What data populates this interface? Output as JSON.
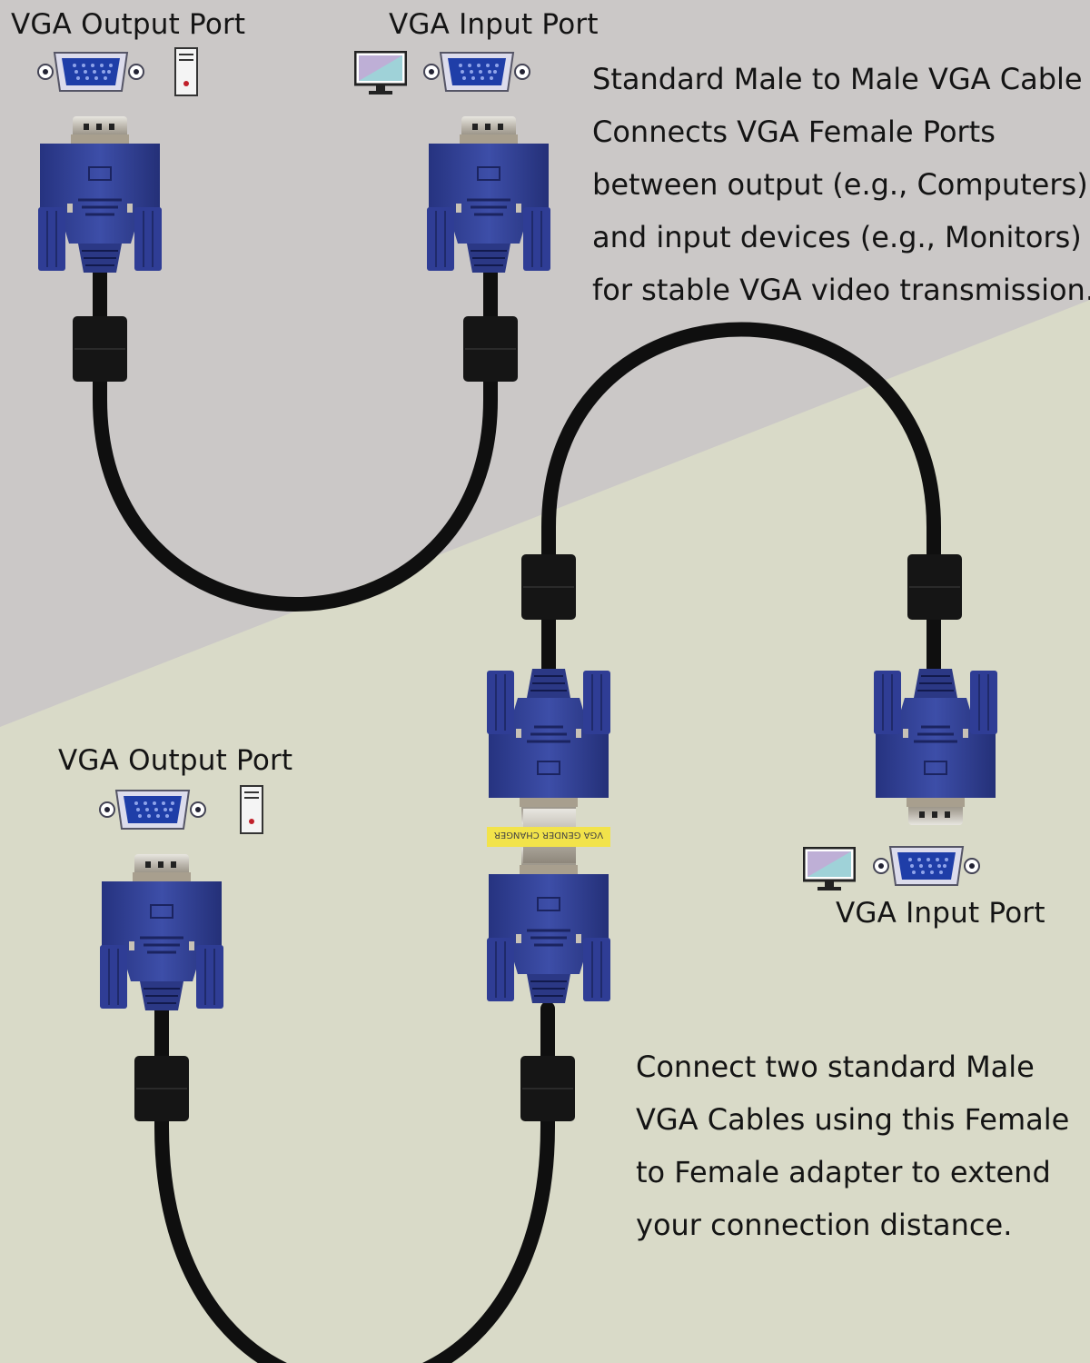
{
  "labels": {
    "top_output": "VGA Output Port",
    "top_input": "VGA Input Port",
    "bottom_output": "VGA Output Port",
    "bottom_input": "VGA Input Port"
  },
  "description_top": [
    "Standard Male to Male VGA Cable",
    "Connects VGA Female Ports",
    "between output (e.g., Computers)",
    "and input devices (e.g., Monitors)",
    "for stable VGA video transmission."
  ],
  "description_bottom": [
    "Connect two standard Male",
    "VGA Cables using this Female",
    "to Female adapter to extend",
    "your connection distance."
  ],
  "adapter_text": "VGA GENDER CHANGER",
  "colors": {
    "background_top": "#cbc8c7",
    "background_bottom": "#d9dac8",
    "connector_blue": "#2d3b8e",
    "cable_black": "#101010",
    "adapter_band": "#f2e34a"
  },
  "icons": [
    "vga-port-icon",
    "computer-tower-icon",
    "monitor-icon"
  ]
}
